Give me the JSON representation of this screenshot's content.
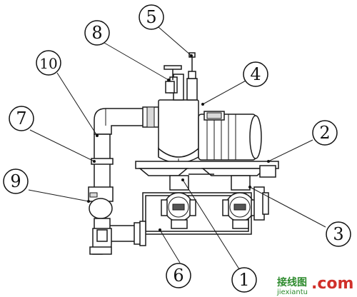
{
  "diagram": {
    "callouts": [
      {
        "id": "1",
        "text": "1"
      },
      {
        "id": "2",
        "text": "2"
      },
      {
        "id": "3",
        "text": "3"
      },
      {
        "id": "4",
        "text": "4"
      },
      {
        "id": "5",
        "text": "5"
      },
      {
        "id": "6",
        "text": "6"
      },
      {
        "id": "7",
        "text": "7"
      },
      {
        "id": "8",
        "text": "8"
      },
      {
        "id": "9",
        "text": "9"
      },
      {
        "id": "10",
        "text": "10"
      }
    ]
  },
  "watermark": {
    "cn_text": "接线图",
    "dot_com": ".com",
    "url": "jiexiantu",
    "color_green": "#2e8b2e",
    "color_red": "#d0302a"
  }
}
